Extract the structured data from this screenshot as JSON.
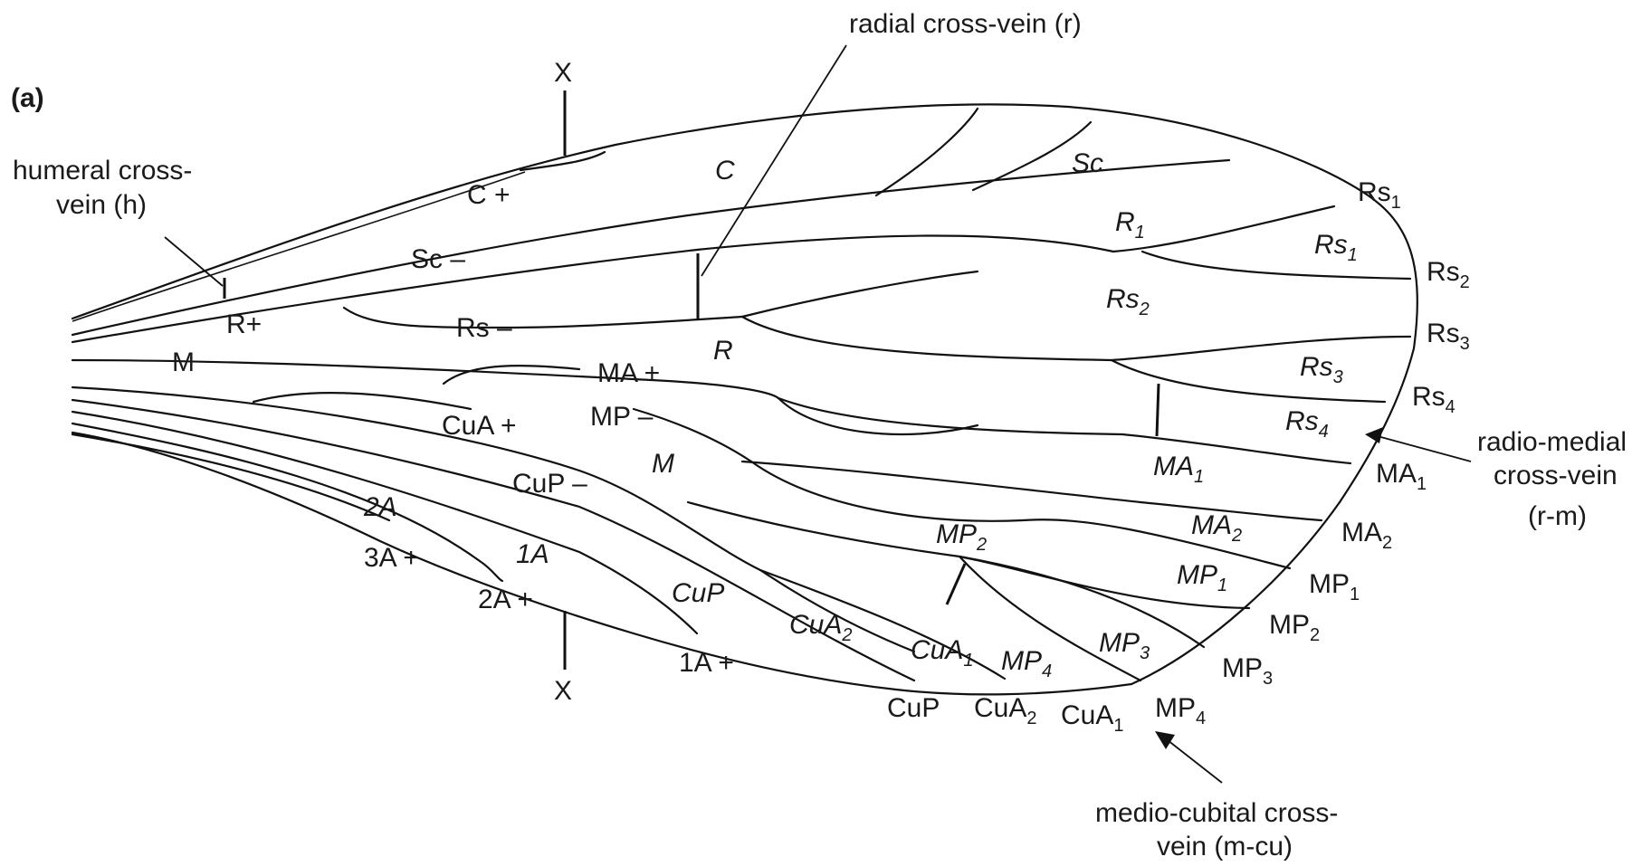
{
  "panel_label": "(a)",
  "section_marks": {
    "top": "X",
    "bottom": "X"
  },
  "callouts": {
    "radial": "radial cross-vein (r)",
    "humeral_line1": "humeral cross-",
    "humeral_line2": "vein (h)",
    "radio_medial_line1": "radio-medial",
    "radio_medial_line2": "cross-vein",
    "radio_medial_line3": "(r-m)",
    "medio_cubital_line1": "medio-cubital cross-",
    "medio_cubital_line2": "vein (m-cu)"
  },
  "vein_labels": {
    "c_plus": "C +",
    "sc_minus": "Sc –",
    "r_plus": "R+",
    "rs_minus": "Rs –",
    "m": "M",
    "ma_plus": "MA +",
    "mp_minus": "MP –",
    "cua_plus": "CuA +",
    "cup_minus": "CuP –",
    "3a_plus": "3A +",
    "2a_plus": "2A +",
    "1a_plus": "1A +"
  },
  "cell_labels": {
    "C": "C",
    "Sc": "Sc",
    "R": "R",
    "R1": {
      "base": "R",
      "sub": "1"
    },
    "Rs1": {
      "base": "Rs",
      "sub": "1"
    },
    "Rs2": {
      "base": "Rs",
      "sub": "2"
    },
    "Rs3": {
      "base": "Rs",
      "sub": "3"
    },
    "Rs4": {
      "base": "Rs",
      "sub": "4"
    },
    "M": "M",
    "MA1": {
      "base": "MA",
      "sub": "1"
    },
    "MA2": {
      "base": "MA",
      "sub": "2"
    },
    "MP1": {
      "base": "MP",
      "sub": "1"
    },
    "MP2": {
      "base": "MP",
      "sub": "2"
    },
    "MP3": {
      "base": "MP",
      "sub": "3"
    },
    "MP4": {
      "base": "MP",
      "sub": "4"
    },
    "CuA1": {
      "base": "CuA",
      "sub": "1"
    },
    "CuA2": {
      "base": "CuA",
      "sub": "2"
    },
    "CuP": "CuP",
    "1A": "1A",
    "2A": "2A"
  },
  "margin_labels": {
    "Rs1": {
      "base": "Rs",
      "sub": "1"
    },
    "Rs2": {
      "base": "Rs",
      "sub": "2"
    },
    "Rs3": {
      "base": "Rs",
      "sub": "3"
    },
    "Rs4": {
      "base": "Rs",
      "sub": "4"
    },
    "MA1": {
      "base": "MA",
      "sub": "1"
    },
    "MA2": {
      "base": "MA",
      "sub": "2"
    },
    "MP1": {
      "base": "MP",
      "sub": "1"
    },
    "MP2": {
      "base": "MP",
      "sub": "2"
    },
    "MP3": {
      "base": "MP",
      "sub": "3"
    },
    "MP4": {
      "base": "MP",
      "sub": "4"
    },
    "CuA1": {
      "base": "CuA",
      "sub": "1"
    },
    "CuA2": {
      "base": "CuA",
      "sub": "2"
    },
    "CuP": "CuP"
  }
}
